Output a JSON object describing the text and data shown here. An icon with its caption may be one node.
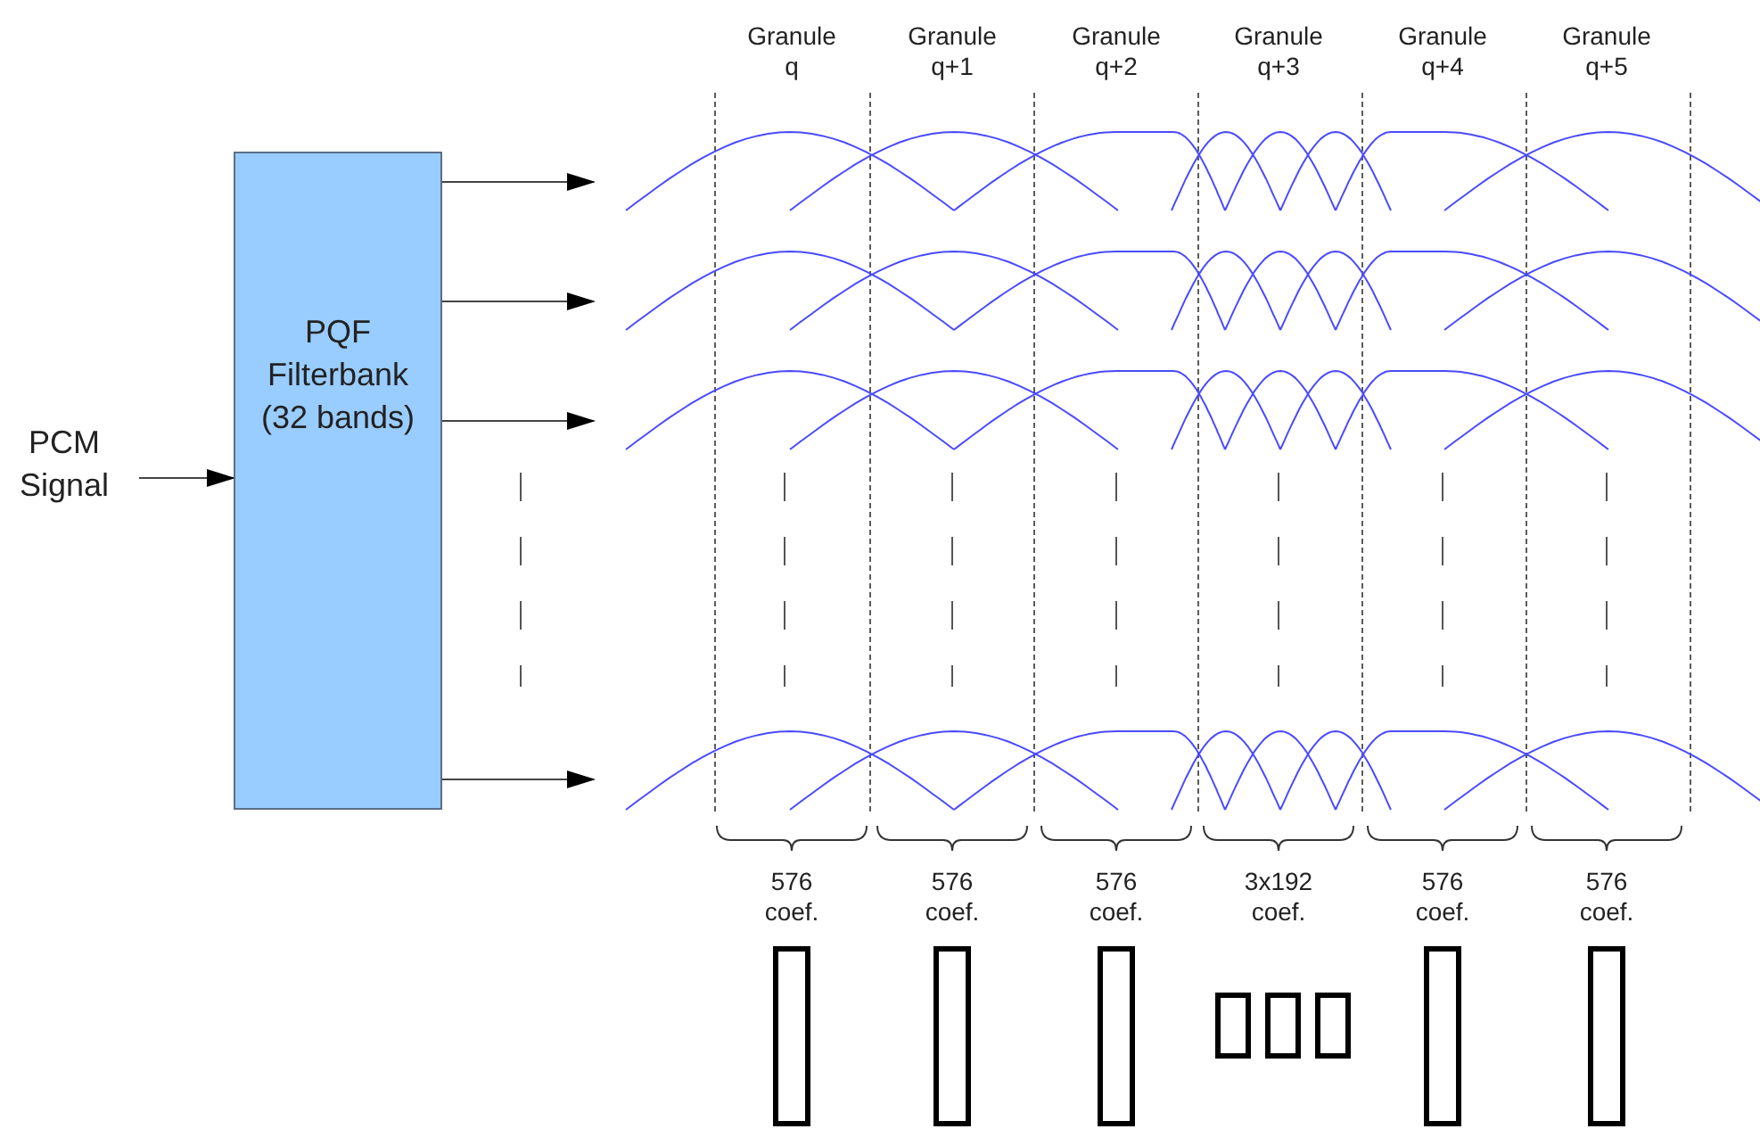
{
  "diagram": {
    "nodes": [
      {
        "text": [
          "PCM Signal"
        ]
      },
      {
        "text": [
          "PQF Filterbank (32 bands)"
        ]
      }
    ],
    "edges": [
      {
        "from": 0,
        "to": 1,
        "arrow": "to"
      },
      {
        "from": 1,
        "to": null,
        "arrow": "to"
      },
      {
        "from": 1,
        "to": null,
        "arrow": "to"
      },
      {
        "from": 1,
        "to": null,
        "arrow": "to"
      },
      {
        "from": 1,
        "to": null,
        "arrow": "to"
      }
    ],
    "labels": [
      "Granule q",
      "Granule q+1",
      "Granule q+2",
      "Granule q+3",
      "Granule q+4",
      "Granule q+5",
      "576 coef.",
      "576 coef.",
      "576 coef.",
      "3x192 coef.",
      "576 coef.",
      "576 coef."
    ]
  }
}
